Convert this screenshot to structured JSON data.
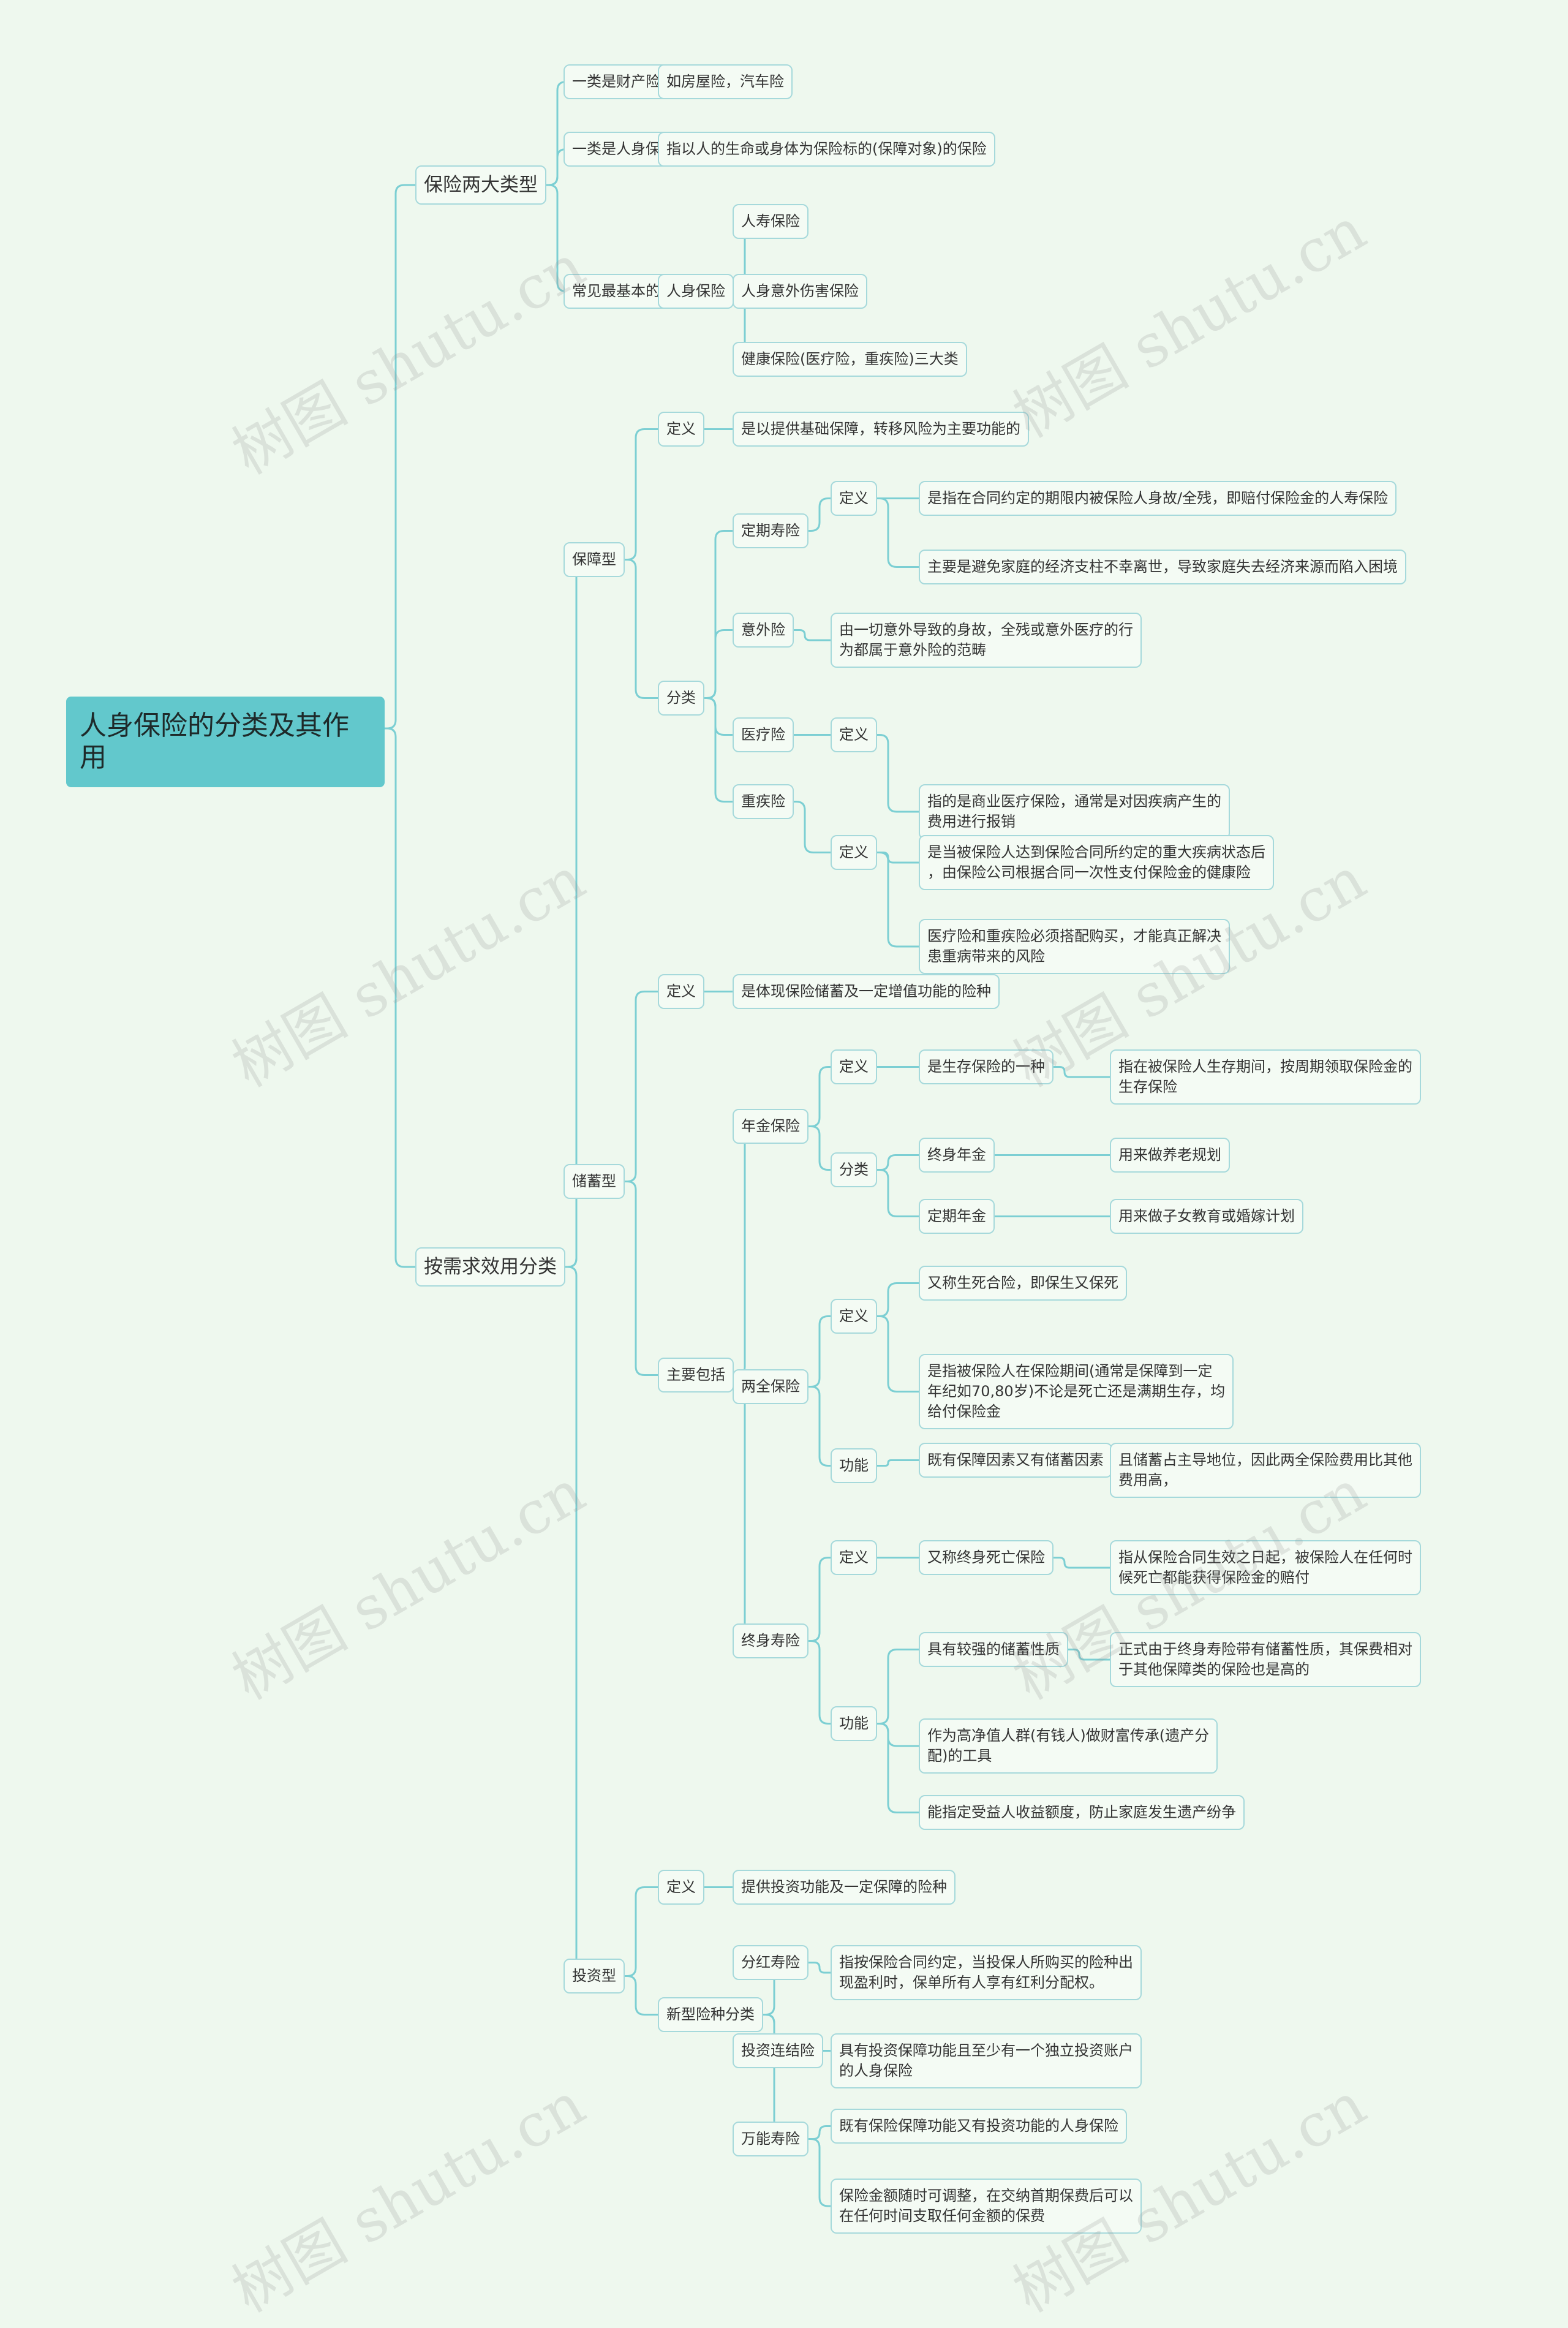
{
  "root": "人身保险的分类及其作用",
  "tree": [
    {
      "text": "保险两大类型",
      "children": [
        {
          "text": "一类是财产险",
          "children": [
            {
              "text": "如房屋险，汽车险"
            }
          ]
        },
        {
          "text": "一类是人身保险",
          "children": [
            {
              "text": "指以人的生命或身体为保险标的(保障对象)的保险"
            }
          ]
        },
        {
          "text": "常见最基本的分类",
          "children": [
            {
              "text": "人身保险",
              "children": [
                {
                  "text": "人寿保险"
                },
                {
                  "text": "人身意外伤害保险"
                },
                {
                  "text": "健康保险(医疗险，重疾险)三大类"
                }
              ]
            }
          ]
        }
      ]
    },
    {
      "text": "按需求效用分类",
      "children": [
        {
          "text": "保障型",
          "children": [
            {
              "text": "定义",
              "children": [
                {
                  "text": "是以提供基础保障，转移风险为主要功能的"
                }
              ]
            },
            {
              "text": "分类",
              "children": [
                {
                  "text": "定期寿险",
                  "children": [
                    {
                      "text": "定义",
                      "children": [
                        {
                          "text": "是指在合同约定的期限内被保险人身故/全残，即赔付保险金的人寿保险"
                        },
                        {
                          "text": "主要是避免家庭的经济支柱不幸离世，导致家庭失去经济来源而陷入困境"
                        }
                      ]
                    }
                  ]
                },
                {
                  "text": "意外险",
                  "children": [
                    {
                      "text": "由一切意外导致的身故，全残或意外医疗的行\n为都属于意外险的范畴"
                    }
                  ]
                },
                {
                  "text": "医疗险",
                  "children": [
                    {
                      "text": "定义",
                      "children": [
                        {
                          "text": "指的是商业医疗保险，通常是对因疾病产生的\n费用进行报销"
                        }
                      ]
                    }
                  ]
                },
                {
                  "text": "重疾险",
                  "children": [
                    {
                      "text": "定义",
                      "children": [
                        {
                          "text": "是当被保险人达到保险合同所约定的重大疾病状态后\n，由保险公司根据合同一次性支付保险金的健康险"
                        },
                        {
                          "text": "医疗险和重疾险必须搭配购买，才能真正解决\n患重病带来的风险"
                        }
                      ]
                    }
                  ]
                }
              ]
            }
          ]
        },
        {
          "text": "储蓄型",
          "children": [
            {
              "text": "定义",
              "children": [
                {
                  "text": "是体现保险储蓄及一定增值功能的险种"
                }
              ]
            },
            {
              "text": "主要包括",
              "children": [
                {
                  "text": "年金保险",
                  "children": [
                    {
                      "text": "定义",
                      "children": [
                        {
                          "text": "是生存保险的一种",
                          "children": [
                            {
                              "text": "指在被保险人生存期间，按周期领取保险金的\n生存保险"
                            }
                          ]
                        }
                      ]
                    },
                    {
                      "text": "分类",
                      "children": [
                        {
                          "text": "终身年金",
                          "children": [
                            {
                              "text": "用来做养老规划"
                            }
                          ]
                        },
                        {
                          "text": "定期年金",
                          "children": [
                            {
                              "text": "用来做子女教育或婚嫁计划"
                            }
                          ]
                        }
                      ]
                    }
                  ]
                },
                {
                  "text": "两全保险",
                  "children": [
                    {
                      "text": "定义",
                      "children": [
                        {
                          "text": "又称生死合险，即保生又保死"
                        },
                        {
                          "text": "是指被保险人在保险期间(通常是保障到一定\n年纪如70,80岁)不论是死亡还是满期生存，均\n给付保险金"
                        }
                      ]
                    },
                    {
                      "text": "功能",
                      "children": [
                        {
                          "text": "既有保障因素又有储蓄因素",
                          "children": [
                            {
                              "text": "且储蓄占主导地位，因此两全保险费用比其他\n费用高，"
                            }
                          ]
                        }
                      ]
                    }
                  ]
                },
                {
                  "text": "终身寿险",
                  "children": [
                    {
                      "text": "定义",
                      "children": [
                        {
                          "text": "又称终身死亡保险",
                          "children": [
                            {
                              "text": "指从保险合同生效之日起，被保险人在任何时\n候死亡都能获得保险金的赔付"
                            }
                          ]
                        }
                      ]
                    },
                    {
                      "text": "功能",
                      "children": [
                        {
                          "text": "具有较强的储蓄性质",
                          "children": [
                            {
                              "text": "正式由于终身寿险带有储蓄性质，其保费相对\n于其他保障类的保险也是高的"
                            }
                          ]
                        },
                        {
                          "text": "作为高净值人群(有钱人)做财富传承(遗产分\n配)的工具"
                        },
                        {
                          "text": "能指定受益人收益额度，防止家庭发生遗产纷争"
                        }
                      ]
                    }
                  ]
                }
              ]
            }
          ]
        },
        {
          "text": "投资型",
          "children": [
            {
              "text": "定义",
              "children": [
                {
                  "text": "提供投资功能及一定保障的险种"
                }
              ]
            },
            {
              "text": "新型险种分类",
              "children": [
                {
                  "text": "分红寿险",
                  "children": [
                    {
                      "text": "指按保险合同约定，当投保人所购买的险种出\n现盈利时，保单所有人享有红利分配权。"
                    }
                  ]
                },
                {
                  "text": "投资连结险",
                  "children": [
                    {
                      "text": "具有投资保障功能且至少有一个独立投资账户\n的人身保险"
                    }
                  ]
                },
                {
                  "text": "万能寿险",
                  "children": [
                    {
                      "text": "既有保险保障功能又有投资功能的人身保险"
                    },
                    {
                      "text": "保险金额随时可调整，在交纳首期保费后可以\n在任何时间支取任何金额的保费"
                    }
                  ]
                }
              ]
            }
          ]
        }
      ]
    }
  ],
  "watermark": "树图 shutu.cn",
  "colors": {
    "background": "#eef8ee",
    "line": "#7ccfd3",
    "node_border": "#a6d9db",
    "root_fill": "#62c8cc"
  }
}
